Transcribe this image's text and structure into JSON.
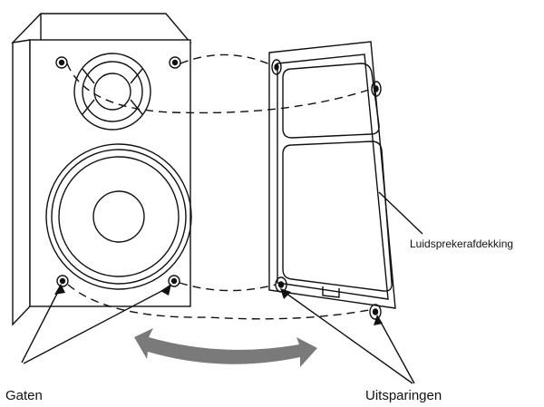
{
  "labels": {
    "cover": "Luidsprekerafdekking",
    "holes": "Gaten",
    "recesses": "Uitsparingen"
  },
  "colors": {
    "line": "#111111",
    "arrow": "#7a7a7a",
    "background": "#ffffff"
  }
}
